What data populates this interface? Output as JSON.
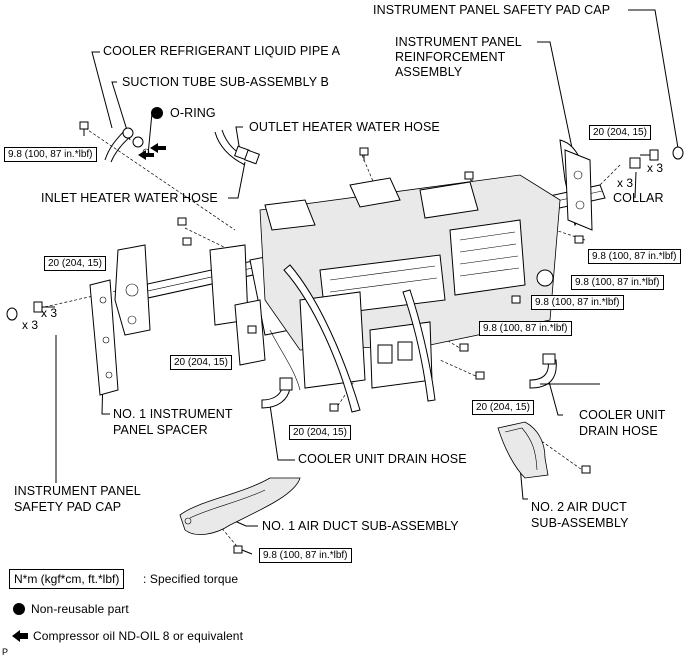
{
  "labels": {
    "cap_top": "INSTRUMENT PANEL SAFETY PAD CAP",
    "reinforcement_l1": "INSTRUMENT PANEL",
    "reinforcement_l2": "REINFORCEMENT",
    "reinforcement_l3": "ASSEMBLY",
    "cooler_pipe": "COOLER REFRIGERANT LIQUID PIPE A",
    "suction_tube": "SUCTION TUBE SUB-ASSEMBLY B",
    "o_ring": "O-RING",
    "outlet_hose": "OUTLET HEATER WATER HOSE",
    "inlet_hose": "INLET HEATER WATER HOSE",
    "collar": "COLLAR",
    "spacer_l1": "NO. 1 INSTRUMENT",
    "spacer_l2": "PANEL SPACER",
    "drain_hose_right_l1": "COOLER UNIT",
    "drain_hose_right_l2": "DRAIN HOSE",
    "drain_hose_bottom": "COOLER UNIT DRAIN HOSE",
    "cap_left_l1": "INSTRUMENT PANEL",
    "cap_left_l2": "SAFETY  PAD CAP",
    "air_duct_1": "NO. 1 AIR DUCT SUB-ASSEMBLY",
    "air_duct_2_l1": "NO. 2 AIR DUCT",
    "air_duct_2_l2": "SUB-ASSEMBLY"
  },
  "torques": {
    "t_pipe": "9.8 (100, 87 in.*lbf)",
    "t_right_top": "20 (204, 15)",
    "t_right_1": "9.8 (100, 87 in.*lbf)",
    "t_right_2": "9.8 (100, 87 in.*lbf)",
    "t_right_3": "9.8 (100, 87 in.*lbf)",
    "t_left": "20 (204, 15)",
    "t_mid": "20 (204, 15)",
    "t_center_right": "9.8 (100, 87 in.*lbf)",
    "t_center_low": "20 (204, 15)",
    "t_bottom_mid": "20 (204, 15)",
    "t_duct": "9.8 (100, 87 in.*lbf)"
  },
  "multipliers": {
    "right_a": "x 3",
    "right_b": "x 3",
    "left_a": "x 3",
    "left_b": "x 3"
  },
  "legend": {
    "torque_unit": "N*m (kgf*cm, ft.*lbf)",
    "torque_desc": ": Specified torque",
    "non_reusable": "Non-reusable part",
    "compressor_oil": "Compressor oil ND-OIL 8 or equivalent"
  },
  "footer_mark": "P",
  "icons": [
    "non-reusable-dot-icon",
    "compressor-oil-arrow-icon",
    "bolt-icon"
  ]
}
